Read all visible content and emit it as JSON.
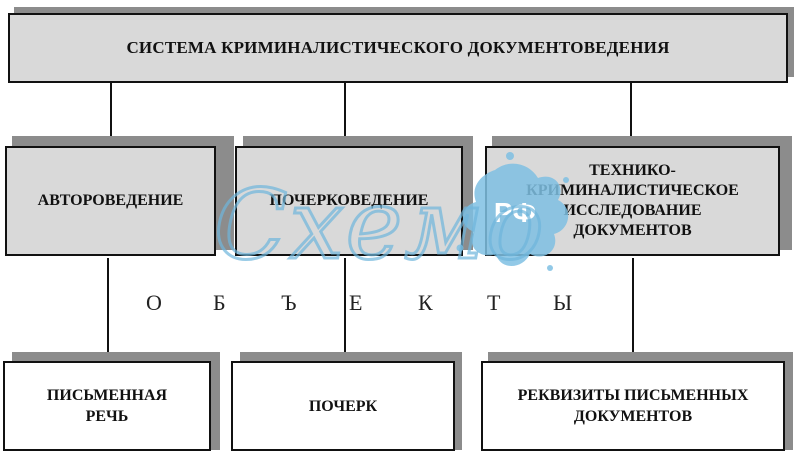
{
  "title": "СИСТЕМА КРИМИНАЛИСТИЧЕСКОГО ДОКУМЕНТОВЕДЕНИЯ",
  "branches": [
    {
      "label": "АВТОРОВЕДЕНИЕ"
    },
    {
      "label": "ПОЧЕРКОВЕДЕНИЕ"
    },
    {
      "label_lines": [
        "ТЕХНИКО-",
        "КРИМИНАЛИСТИЧЕСКОЕ",
        "ИССЛЕДОВАНИЕ",
        "ДОКУМЕНТОВ"
      ]
    }
  ],
  "objects_letters": [
    "О",
    "Б",
    "Ъ",
    "Е",
    "К",
    "Т",
    "Ы"
  ],
  "objects": [
    {
      "label_lines": [
        "ПИСЬМЕННАЯ",
        "РЕЧЬ"
      ]
    },
    {
      "label": "ПОЧЕРК"
    },
    {
      "label_lines": [
        "РЕКВИЗИТЫ ПИСЬМЕННЫХ",
        "ДОКУМЕНТОВ"
      ]
    }
  ],
  "watermark": {
    "text": "Схемо",
    "badge": "РФ",
    "color": "#6fb6dc"
  }
}
